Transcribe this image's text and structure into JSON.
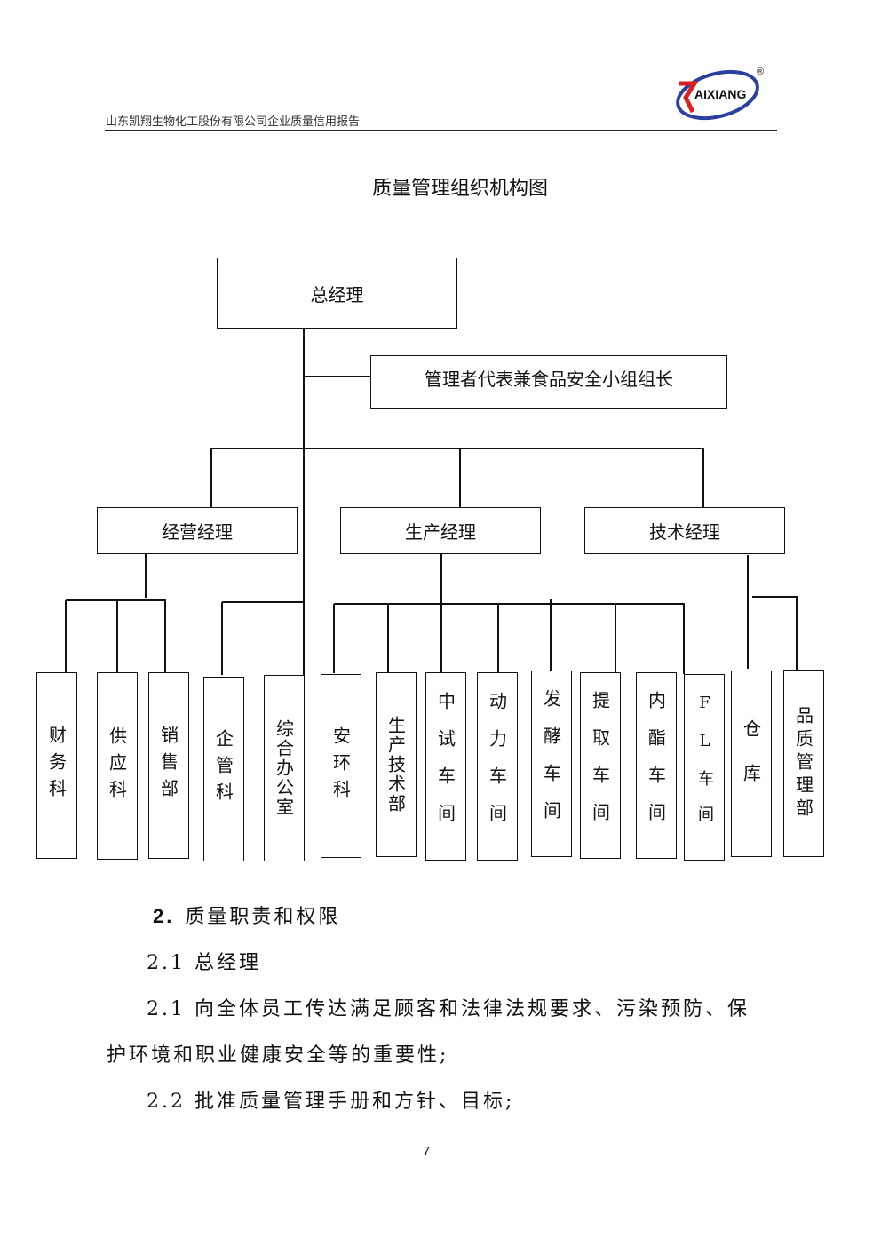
{
  "header": {
    "company_report": "山东凯翔生物化工股份有限公司企业质量信用报告",
    "logo_text": "KAIXIANG",
    "logo_registered": "®"
  },
  "chart_title": "质量管理组织机构图",
  "org": {
    "top": "总经理",
    "rep": "管理者代表兼食品安全小组组长",
    "managers": [
      "经营经理",
      "生产经理",
      "技术经理"
    ],
    "depts": [
      "财务科",
      "供应科",
      "销售部",
      "企管科",
      "综合办公室",
      "安环科",
      "生产技术部",
      "中试车间",
      "动力车间",
      "发酵车间",
      "提取车间",
      "内酯车间",
      "FL车间",
      "仓库",
      "品质管理部"
    ]
  },
  "body": {
    "section_num": "2.",
    "section_title": "质量职责和权限",
    "sub": "2.1 总经理",
    "p1a": "2.1 向全体员工传达满足顾客和法律法规要求、污染预防、保",
    "p1b": "护环境和职业健康安全等的重要性;",
    "p2": "2.2 批准质量管理手册和方针、目标;"
  },
  "page_number": "7"
}
